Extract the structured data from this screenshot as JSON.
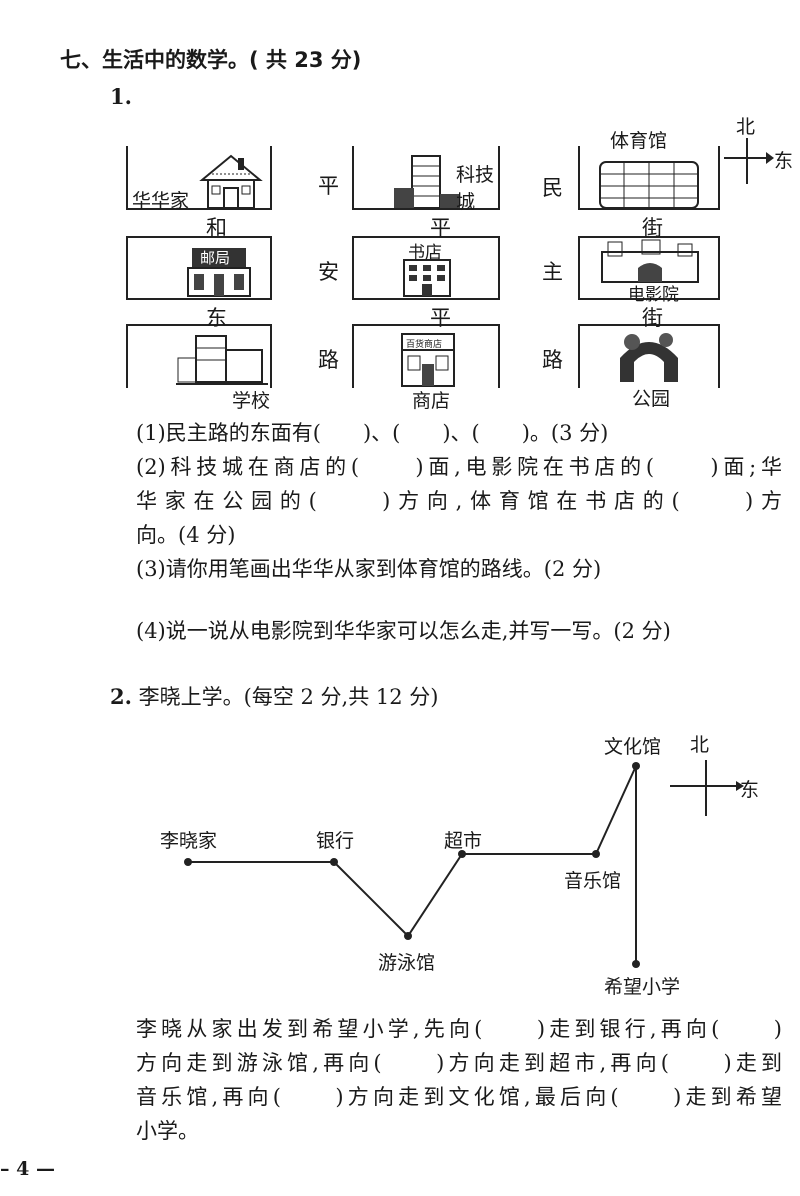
{
  "section_title": "七、生活中的数学。( 共 23 分)",
  "q1": {
    "number": "1",
    "compass": {
      "north": "北",
      "east": "东"
    },
    "streets": {
      "col1": [
        "平",
        "安",
        "路"
      ],
      "col2": [
        "民",
        "主",
        "路"
      ],
      "row1": [
        "和",
        "平",
        "街"
      ],
      "row2": [
        "东",
        "平",
        "街"
      ]
    },
    "buildings": {
      "huahua_home": "华华家",
      "tech_city": "科技城",
      "stadium": "体育馆",
      "post_office": "邮局",
      "bookstore": "书店",
      "cinema": "电影院",
      "school": "学校",
      "store": "商店",
      "store_sign": "百货商店",
      "park": "公园"
    },
    "questions": [
      "(1)民主路的东面有(　　)、(　　)、(　　)。(3 分)",
      "(2)科技城在商店的(　　)面,电影院在书店的(　　)面;华",
      "华家在公园的(　　)方向,体育馆在书店的(　　)方",
      "向。(4 分)",
      "(3)请你用笔画出华华从家到体育馆的路线。(2 分)",
      "(4)说一说从电影院到华华家可以怎么走,并写一写。(2 分)"
    ]
  },
  "q2": {
    "number": "2",
    "title": "李晓上学。(每空 2 分,共 12 分)",
    "compass": {
      "north": "北",
      "east": "东"
    },
    "places": {
      "home": "李晓家",
      "bank": "银行",
      "pool": "游泳馆",
      "market": "超市",
      "music": "音乐馆",
      "culture": "文化馆",
      "school": "希望小学"
    },
    "text_lines": [
      "李晓从家出发到希望小学,先向(　　)走到银行,再向(　　)",
      "方向走到游泳馆,再向(　　)方向走到超市,再向(　　)走到",
      "音乐馆,再向(　　)方向走到文化馆,最后向(　　)走到希望",
      "小学。"
    ]
  },
  "page_number": "– 4 —"
}
